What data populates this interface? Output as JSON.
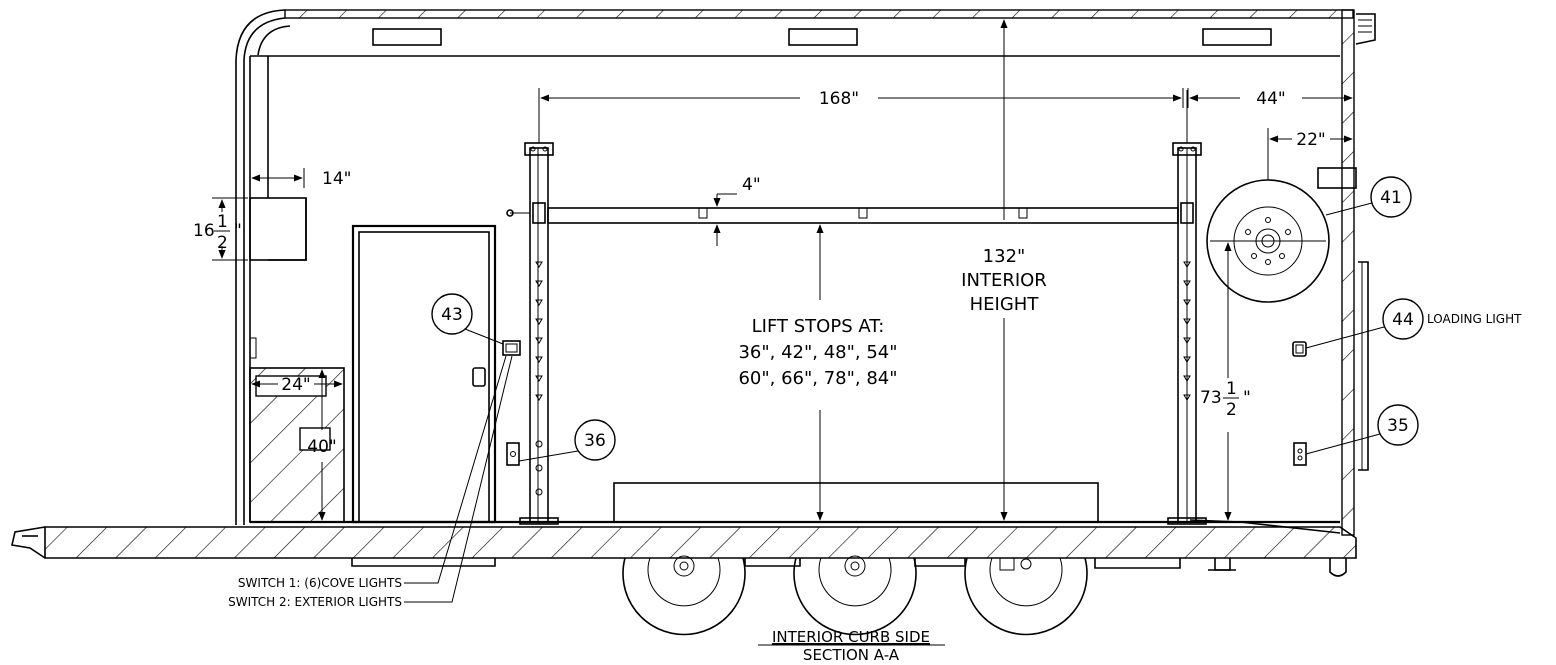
{
  "dimensions": {
    "span_168": "168\"",
    "span_44": "44\"",
    "span_22": "22\"",
    "span_14": "14\"",
    "span_4": "4\"",
    "span_24": "24\"",
    "span_40": "40\"",
    "span_16_whole": "16",
    "span_16_num": "1",
    "span_16_den": "2",
    "span_16_inch": "\"",
    "span_73_whole": "73",
    "span_73_num": "1",
    "span_73_den": "2",
    "span_73_inch": "\""
  },
  "labels": {
    "interior_height": [
      "132\"",
      "INTERIOR",
      "HEIGHT"
    ],
    "lift_stops": [
      "LIFT STOPS AT:",
      "36\", 42\", 48\", 54\"",
      "60\", 66\", 78\", 84\""
    ],
    "loading_light": "LOADING LIGHT",
    "switch_1": "SWITCH 1: (6)COVE LIGHTS",
    "switch_2": "SWITCH 2: EXTERIOR LIGHTS"
  },
  "callouts": [
    "43",
    "36",
    "41",
    "44",
    "35"
  ],
  "title": {
    "line1": "INTERIOR CURB SIDE",
    "line2": "SECTION A-A"
  }
}
